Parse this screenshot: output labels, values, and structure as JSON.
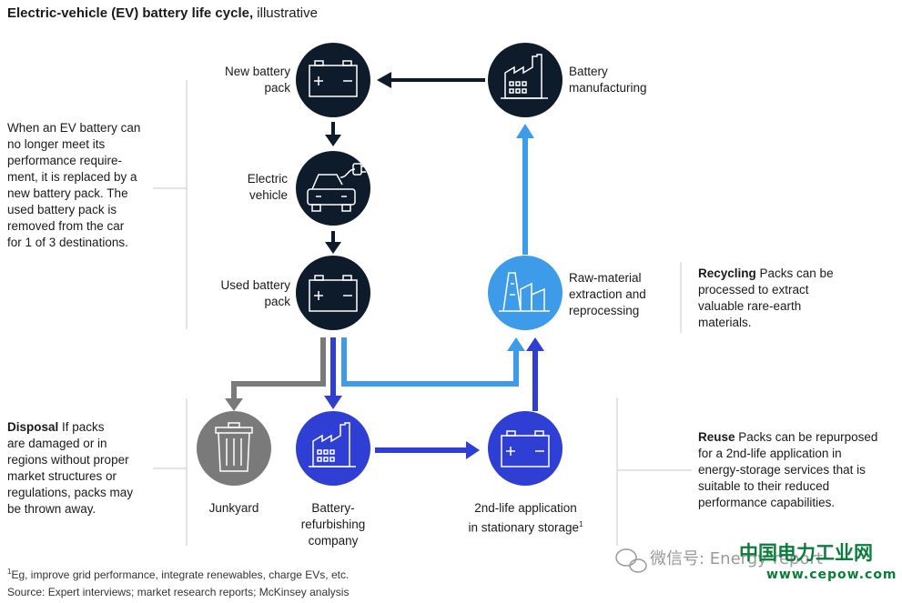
{
  "title": {
    "bold": "Electric-vehicle (EV) battery life cycle,",
    "rest": " illustrative"
  },
  "nodes": {
    "new_pack": {
      "l1": "New battery",
      "l2": "pack"
    },
    "ev": {
      "l1": "Electric",
      "l2": "vehicle"
    },
    "used_pack": {
      "l1": "Used battery",
      "l2": "pack"
    },
    "manufacturing": {
      "l1": "Battery",
      "l2": "manufacturing"
    },
    "raw": {
      "l1": "Raw-material",
      "l2": "extraction and",
      "l3": "reprocessing"
    },
    "junkyard": {
      "l1": "Junkyard"
    },
    "refurb": {
      "l1": "Battery-",
      "l2": "refurbishing",
      "l3": "company"
    },
    "storage": {
      "l1": "2nd-life application",
      "l2": "in stationary storage",
      "sup": "1"
    }
  },
  "notes": {
    "left": [
      "When an EV battery can",
      "no longer meet its",
      "performance require-",
      "ment, it is replaced by a",
      "new battery pack. The",
      "used battery pack is",
      "removed from the car",
      "for 1 of 3 destinations."
    ],
    "disposal": {
      "bold": "Disposal",
      "lines": [
        " If packs",
        "are damaged or in",
        "regions without proper",
        "market structures or",
        "regulations, packs may",
        "be thrown away."
      ]
    },
    "recycling": {
      "bold": "Recycling",
      "lines": [
        " Packs can be",
        "processed to extract",
        "valuable rare-earth",
        "materials."
      ]
    },
    "reuse": {
      "bold": "Reuse",
      "lines": [
        " Packs can be repurposed",
        "for a 2nd-life application in",
        "energy-storage services that is",
        "suitable to their reduced",
        "performance capabilities."
      ]
    }
  },
  "footnote": {
    "sup": "1",
    "text": "Eg, improve grid performance, integrate renewables, charge EVs, etc."
  },
  "source": "Source: Expert interviews; market research reports; McKinsey analysis",
  "watermark": {
    "prefix": "微信号: Energy-report",
    "cn": "中国电力工业网",
    "url": "www.cepow.com"
  },
  "colors": {
    "dark": "#0d1b2a",
    "lightblue": "#3d9be9",
    "blue": "#2f3fd4",
    "gray": "#7a7a7a",
    "line": "#c8c8c8"
  }
}
